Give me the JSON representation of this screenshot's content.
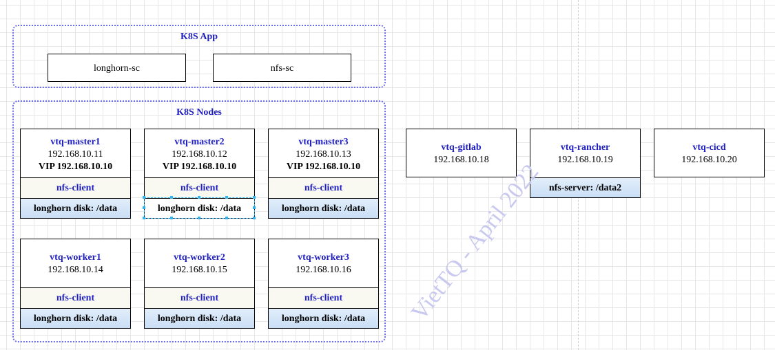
{
  "app_group": {
    "title": "K8S App",
    "items": [
      {
        "label": "longhorn-sc"
      },
      {
        "label": "nfs-sc"
      }
    ]
  },
  "nodes_group": {
    "title": "K8S Nodes",
    "masters": [
      {
        "name": "vtq-master1",
        "ip": "192.168.10.11",
        "vip": "VIP 192.168.10.10",
        "nfs": "nfs-client",
        "disk": "longhorn disk: /data"
      },
      {
        "name": "vtq-master2",
        "ip": "192.168.10.12",
        "vip": "VIP 192.168.10.10",
        "nfs": "nfs-client",
        "disk": "longhorn disk: /data"
      },
      {
        "name": "vtq-master3",
        "ip": "192.168.10.13",
        "vip": "VIP 192.168.10.10",
        "nfs": "nfs-client",
        "disk": "longhorn disk: /data"
      }
    ],
    "workers": [
      {
        "name": "vtq-worker1",
        "ip": "192.168.10.14",
        "nfs": "nfs-client",
        "disk": "longhorn disk: /data"
      },
      {
        "name": "vtq-worker2",
        "ip": "192.168.10.15",
        "nfs": "nfs-client",
        "disk": "longhorn disk: /data"
      },
      {
        "name": "vtq-worker3",
        "ip": "192.168.10.16",
        "nfs": "nfs-client",
        "disk": "longhorn disk: /data"
      }
    ]
  },
  "servers": [
    {
      "name": "vtq-gitlab",
      "ip": "192.168.10.18"
    },
    {
      "name": "vtq-rancher",
      "ip": "192.168.10.19",
      "extra": "nfs-server: /data2"
    },
    {
      "name": "vtq-cicd",
      "ip": "192.168.10.20"
    }
  ],
  "watermark": "VietTQ - April 2022",
  "colors": {
    "accent": "#2020c0",
    "group_border": "#6a6ae6",
    "selection": "#29b6f6"
  }
}
